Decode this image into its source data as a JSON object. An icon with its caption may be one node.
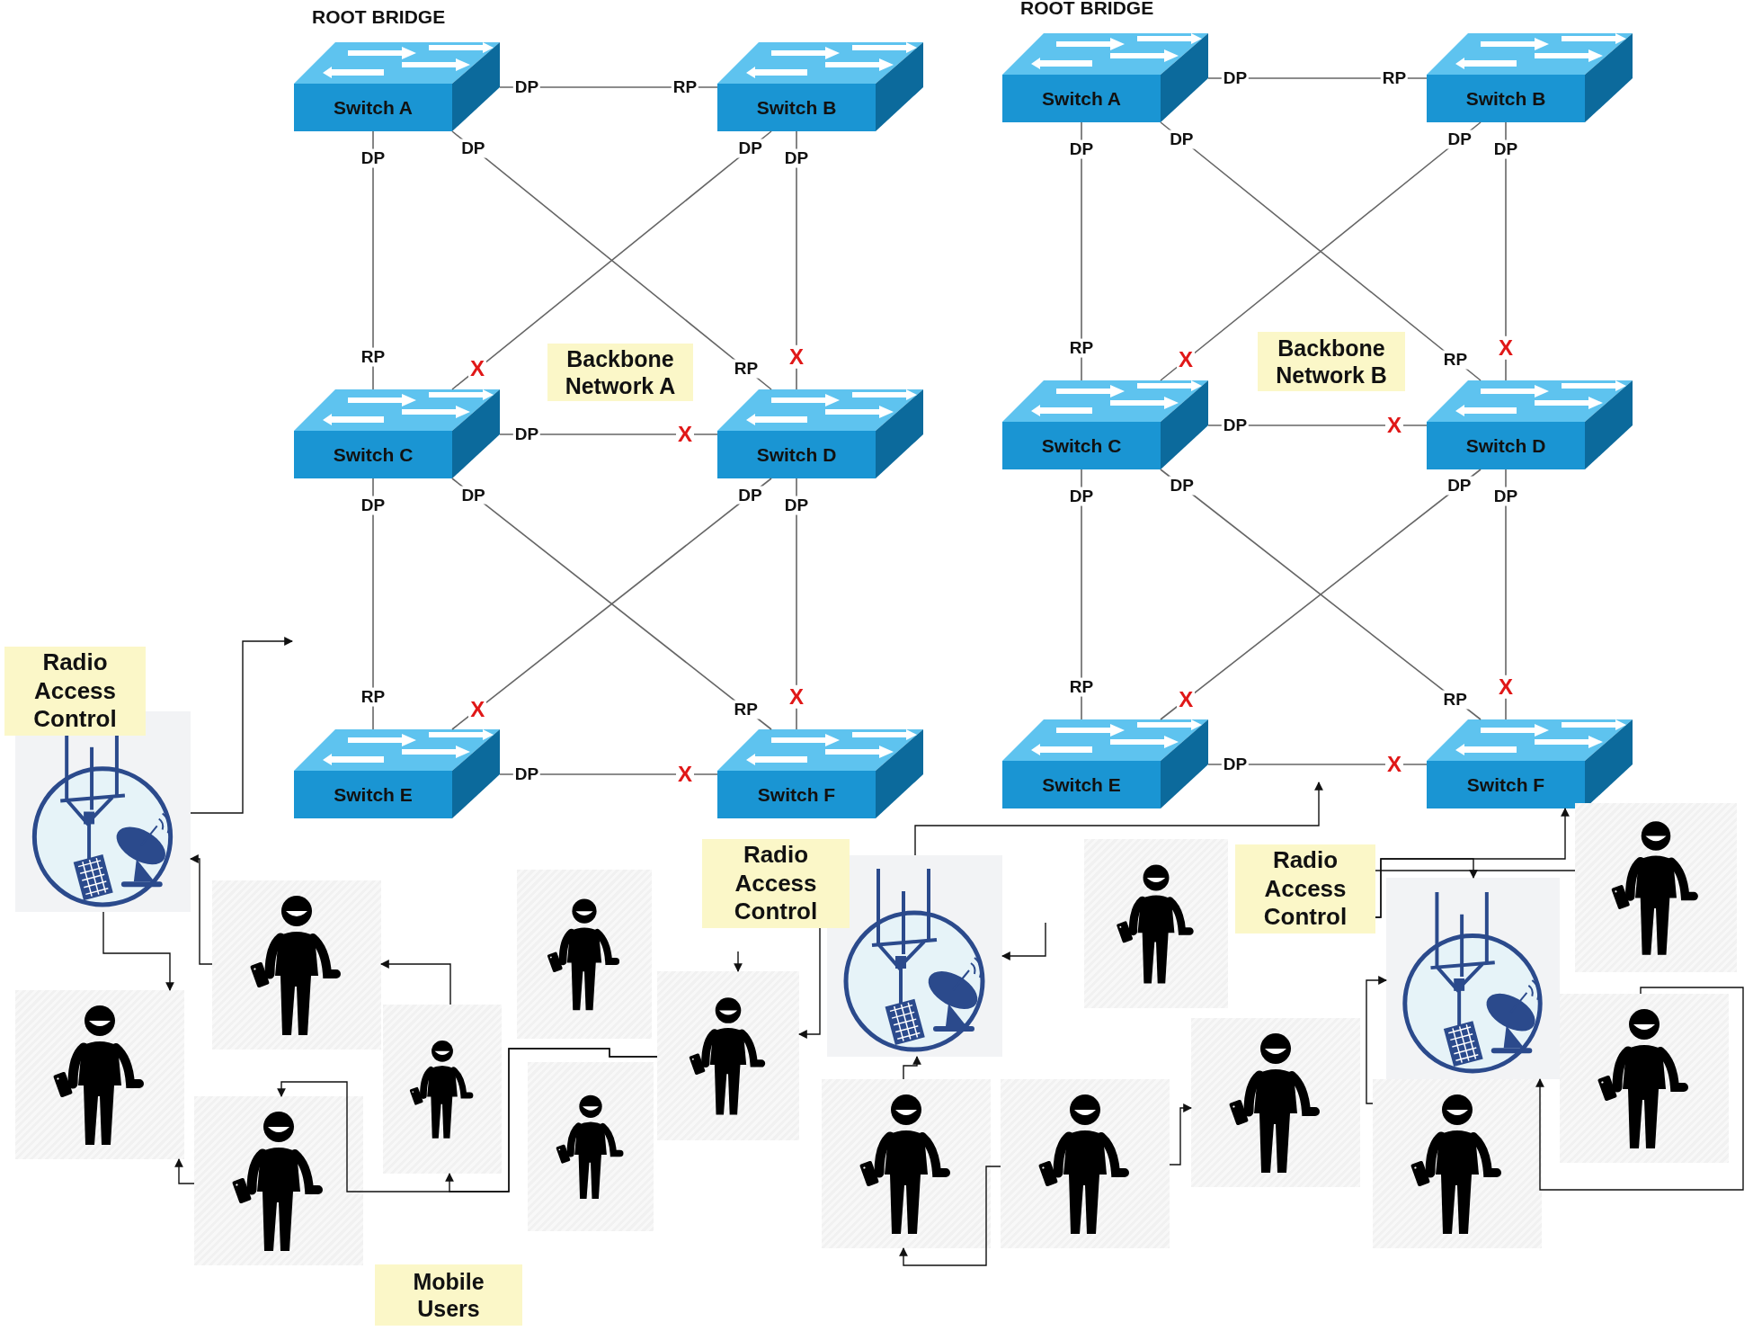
{
  "diagram": {
    "nodes": [
      {
        "text": [
          "Switch A"
        ],
        "beside": [
          "ROOT BRIDGE"
        ]
      },
      {
        "text": [
          "Switch B"
        ]
      },
      {
        "text": [
          "Switch C"
        ]
      },
      {
        "text": [
          "Switch D"
        ]
      },
      {
        "text": [
          "Switch E"
        ]
      },
      {
        "text": [
          "Switch F"
        ]
      },
      {
        "text": [
          "Backbone Network A"
        ]
      },
      {
        "text": [
          "Switch A"
        ],
        "beside": [
          "ROOT BRIDGE"
        ]
      },
      {
        "text": [
          "Switch B"
        ]
      },
      {
        "text": [
          "Switch C"
        ]
      },
      {
        "text": [
          "Switch D"
        ]
      },
      {
        "text": [
          "Switch E"
        ]
      },
      {
        "text": [
          "Switch F"
        ]
      },
      {
        "text": [
          "Backbone Network B"
        ]
      },
      {
        "text": [
          "Radio Access Control"
        ]
      },
      {
        "text": [],
        "shape": "picture"
      },
      {
        "text": [
          "Radio Access Control"
        ]
      },
      {
        "text": [],
        "shape": "picture"
      },
      {
        "text": [
          "Radio Access Control"
        ]
      },
      {
        "text": [],
        "shape": "picture"
      },
      {
        "text": [
          "Mobile Users"
        ]
      },
      {
        "text": [],
        "shape": "person"
      },
      {
        "text": [],
        "shape": "person"
      },
      {
        "text": [],
        "shape": "person"
      },
      {
        "text": [],
        "shape": "person"
      },
      {
        "text": [],
        "shape": "person"
      },
      {
        "text": [],
        "shape": "person"
      },
      {
        "text": [],
        "shape": "person"
      },
      {
        "text": [],
        "shape": "person"
      },
      {
        "text": [],
        "shape": "person"
      },
      {
        "text": [],
        "shape": "person"
      },
      {
        "text": [],
        "shape": "person"
      },
      {
        "text": [],
        "shape": "person"
      },
      {
        "text": [],
        "shape": "person"
      },
      {
        "text": [],
        "shape": "person"
      }
    ],
    "edges": [
      {
        "from": 0,
        "to": 1,
        "arrow": "none"
      },
      {
        "from": 0,
        "to": 2,
        "arrow": "none"
      },
      {
        "from": 0,
        "to": 3,
        "arrow": "none"
      },
      {
        "from": 1,
        "to": 2,
        "arrow": "none"
      },
      {
        "from": 1,
        "to": 3,
        "arrow": "none"
      },
      {
        "from": 2,
        "to": 3,
        "arrow": "none"
      },
      {
        "from": 2,
        "to": 4,
        "arrow": "none"
      },
      {
        "from": 2,
        "to": 5,
        "arrow": "none"
      },
      {
        "from": 3,
        "to": 4,
        "arrow": "none"
      },
      {
        "from": 3,
        "to": 5,
        "arrow": "none"
      },
      {
        "from": 4,
        "to": 5,
        "arrow": "none"
      },
      {
        "from": 7,
        "to": 8,
        "arrow": "none"
      },
      {
        "from": 7,
        "to": 9,
        "arrow": "none"
      },
      {
        "from": 7,
        "to": 10,
        "arrow": "none"
      },
      {
        "from": 8,
        "to": 9,
        "arrow": "none"
      },
      {
        "from": 8,
        "to": 10,
        "arrow": "none"
      },
      {
        "from": 9,
        "to": 10,
        "arrow": "none"
      },
      {
        "from": 9,
        "to": 11,
        "arrow": "none"
      },
      {
        "from": 9,
        "to": 12,
        "arrow": "none"
      },
      {
        "from": 10,
        "to": 11,
        "arrow": "none"
      },
      {
        "from": 10,
        "to": 12,
        "arrow": "none"
      },
      {
        "from": 11,
        "to": 12,
        "arrow": "none"
      },
      {
        "from": 15,
        "to": null,
        "arrow": "to"
      },
      {
        "from": 15,
        "to": 22,
        "arrow": "to"
      },
      {
        "from": 21,
        "to": 15,
        "arrow": "to"
      },
      {
        "from": 24,
        "to": 21,
        "arrow": "to"
      },
      {
        "from": 26,
        "to": 22,
        "arrow": "to"
      },
      {
        "from": 25,
        "to": 26,
        "arrow": "to"
      },
      {
        "from": 25,
        "to": 24,
        "arrow": "to"
      },
      {
        "from": null,
        "to": 25,
        "arrow": "to"
      },
      {
        "from": 16,
        "to": 25,
        "arrow": "to"
      },
      {
        "from": 17,
        "to": null,
        "arrow": "to"
      },
      {
        "from": null,
        "to": 17,
        "arrow": "to"
      },
      {
        "from": 29,
        "to": 17,
        "arrow": "to"
      },
      {
        "from": 30,
        "to": 29,
        "arrow": "to"
      },
      {
        "from": 30,
        "to": 31,
        "arrow": "to"
      },
      {
        "from": 18,
        "to": 12,
        "arrow": "to"
      },
      {
        "from": 18,
        "to": 19,
        "arrow": "to"
      },
      {
        "from": 18,
        "to": 32,
        "arrow": "none"
      },
      {
        "from": 33,
        "to": 19,
        "arrow": "to"
      },
      {
        "from": 34,
        "to": 19,
        "arrow": "to"
      }
    ],
    "labels": [
      "DP",
      "RP",
      "DP",
      "RP",
      "DP",
      "RP",
      "DP",
      "X",
      "DP",
      "X",
      "DP",
      "X",
      "DP",
      "RP",
      "DP",
      "RP",
      "DP",
      "X",
      "DP",
      "X",
      "DP",
      "X",
      "DP",
      "RP",
      "DP",
      "RP",
      "DP",
      "RP",
      "DP",
      "X",
      "DP",
      "X",
      "DP",
      "X",
      "DP",
      "RP",
      "DP",
      "RP",
      "DP",
      "X",
      "DP",
      "X",
      "DP",
      "X"
    ]
  }
}
